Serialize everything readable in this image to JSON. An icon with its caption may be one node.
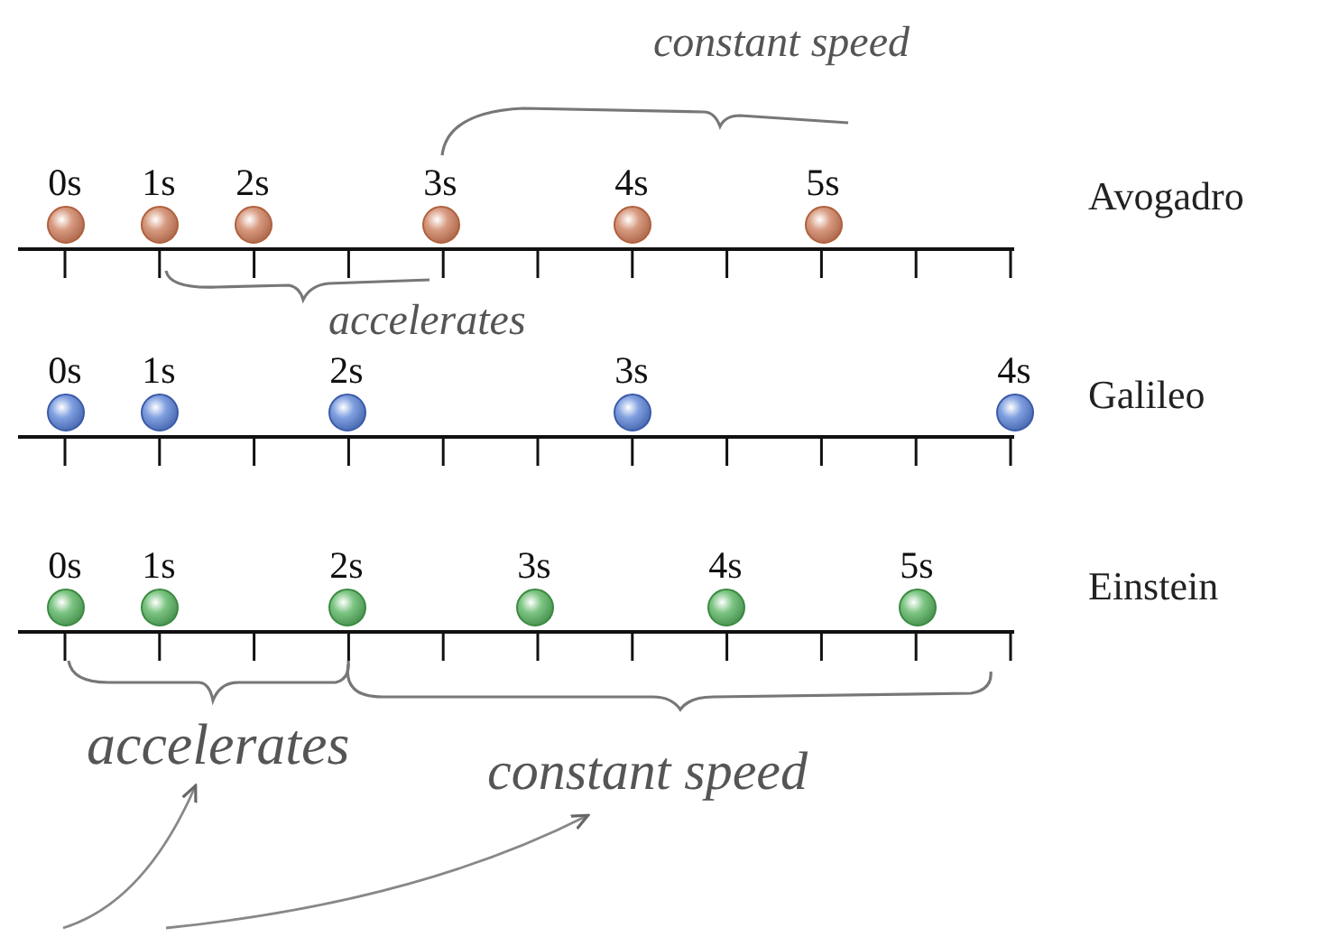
{
  "diagram": {
    "nodes": [
      {
        "text": [
          "0s"
        ]
      },
      {
        "text": [
          "1s"
        ]
      },
      {
        "text": [
          "2s"
        ]
      },
      {
        "text": [
          "3s"
        ]
      },
      {
        "text": [
          "4s"
        ]
      },
      {
        "text": [
          "5s"
        ]
      },
      {
        "text": [
          "0s"
        ]
      },
      {
        "text": [
          "1s"
        ]
      },
      {
        "text": [
          "2s"
        ]
      },
      {
        "text": [
          "3s"
        ]
      },
      {
        "text": [
          "4s"
        ]
      },
      {
        "text": [
          "0s"
        ]
      },
      {
        "text": [
          "1s"
        ]
      },
      {
        "text": [
          "2s"
        ]
      },
      {
        "text": [
          "3s"
        ]
      },
      {
        "text": [
          "4s"
        ]
      },
      {
        "text": [
          "5s"
        ]
      },
      {
        "text": [
          "accelerates"
        ]
      },
      {
        "text": [
          "constant speed"
        ]
      }
    ],
    "edges": [
      {
        "from": null,
        "to": 17,
        "arrow": "to"
      },
      {
        "from": null,
        "to": 18,
        "arrow": "to"
      }
    ],
    "labels": [
      "constant speed",
      "Avogadro",
      "accelerates",
      "Galileo",
      "Einstein"
    ]
  }
}
